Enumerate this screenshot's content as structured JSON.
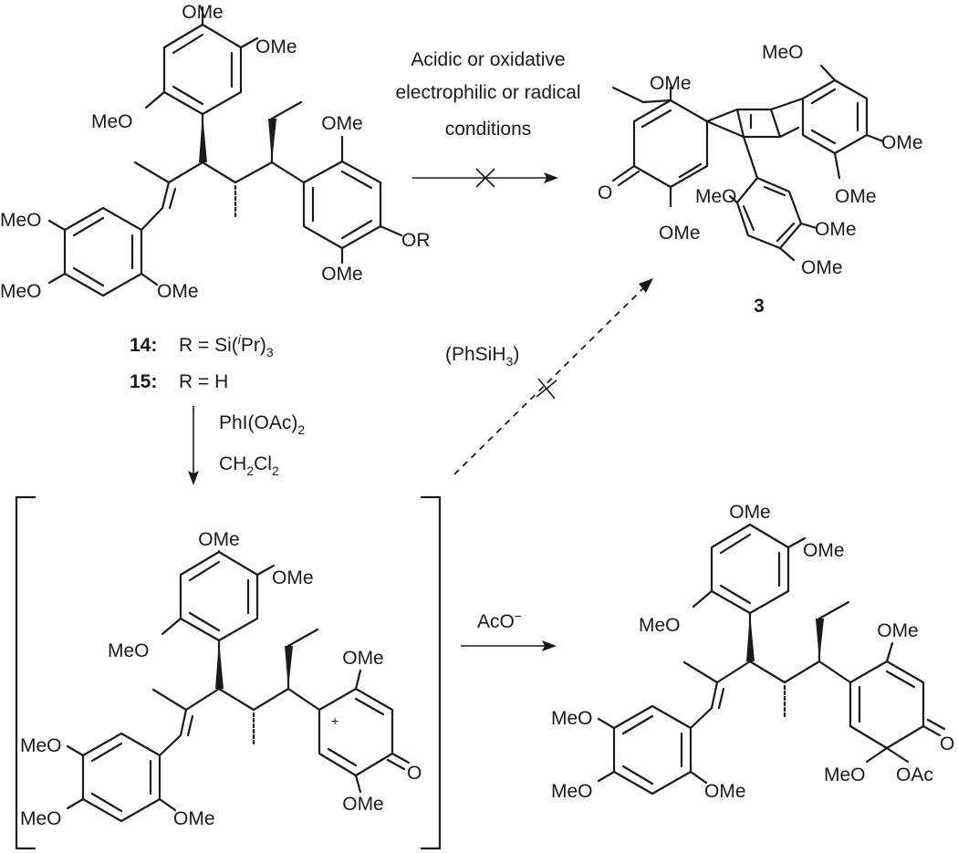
{
  "labels": {
    "ome": "OMe",
    "meo": "MeO",
    "or": "OR",
    "o": "O",
    "oac": "OAc",
    "plus": "+"
  },
  "compound_14": {
    "num": "14:",
    "text": "R = Si(",
    "sup": "i",
    "pr": "Pr)",
    "sub": "3"
  },
  "compound_15": {
    "num": "15:",
    "text": "R = H"
  },
  "compound_3": {
    "num": "3"
  },
  "top_arrow": {
    "line1": "Acidic or oxidative",
    "line2": "electrophilic or radical",
    "line3": "conditions"
  },
  "reagents": {
    "phio_1": "PhI(OAc)",
    "phio_2": "2",
    "ch2cl2_1": "CH",
    "ch2cl2_2": "2",
    "ch2cl2_3": "Cl",
    "ch2cl2_4": "2"
  },
  "silane": {
    "a": "(PhSiH",
    "b": "3",
    "c": ")"
  },
  "acetate": {
    "a": "AcO",
    "b": "−"
  }
}
